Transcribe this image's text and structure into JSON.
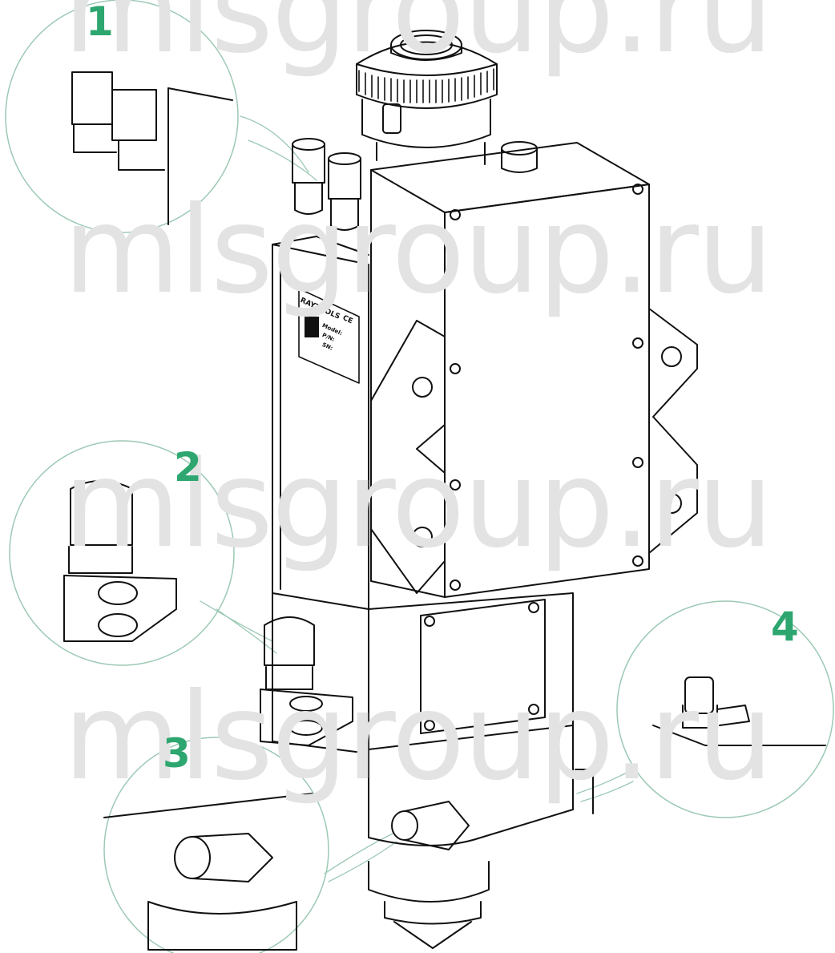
{
  "watermark": {
    "text": "mlsgroup.ru",
    "color": "#e3e3e3"
  },
  "callouts": [
    {
      "number": "1"
    },
    {
      "number": "2"
    },
    {
      "number": "3"
    },
    {
      "number": "4"
    }
  ],
  "nameplate": {
    "brand": "RAYTOOLS",
    "mark": "CE",
    "fields": [
      "Model:",
      "P/N:",
      "SN:"
    ]
  },
  "colors": {
    "callout": "#2ea66f",
    "line": "#111111",
    "leader": "#9cc9b4"
  }
}
